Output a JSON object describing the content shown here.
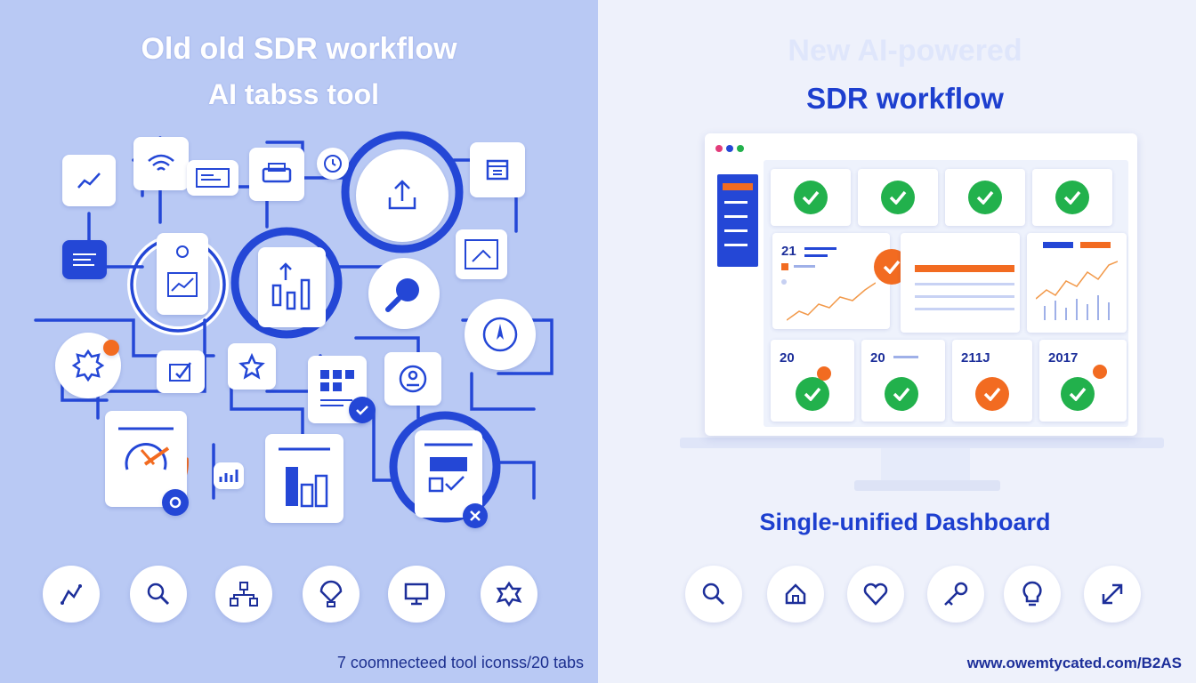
{
  "left_panel": {
    "title_line1": "Old old SDR workflow",
    "title_line2": "AI tabss tool",
    "footer": "7 coomnecteed tool iconss/20 tabs",
    "bottom_icons": [
      "flow-icon",
      "search-icon",
      "network-icon",
      "hot-air-balloon-icon",
      "monitor-icon",
      "puzzle-icon"
    ]
  },
  "right_panel": {
    "title_line1": "New AI-powered",
    "title_line2": "SDR workflow",
    "subtitle": "Single-unified Dashboard",
    "footer": "www.owemtycated.com/B2AS",
    "dashboard": {
      "summary_numbers": [
        "21"
      ],
      "bottom_cards": [
        "20",
        "20",
        "211J",
        "2017"
      ]
    },
    "bottom_icons": [
      "search-icon",
      "home-icon",
      "heart-icon",
      "key-icon",
      "lightbulb-icon",
      "expand-icon"
    ]
  },
  "colors": {
    "left_bg": "#b9c9f4",
    "right_bg": "#eef1fb",
    "accent_blue": "#1d3fcf",
    "accent_orange": "#f26b21",
    "accent_green": "#22b14c"
  }
}
